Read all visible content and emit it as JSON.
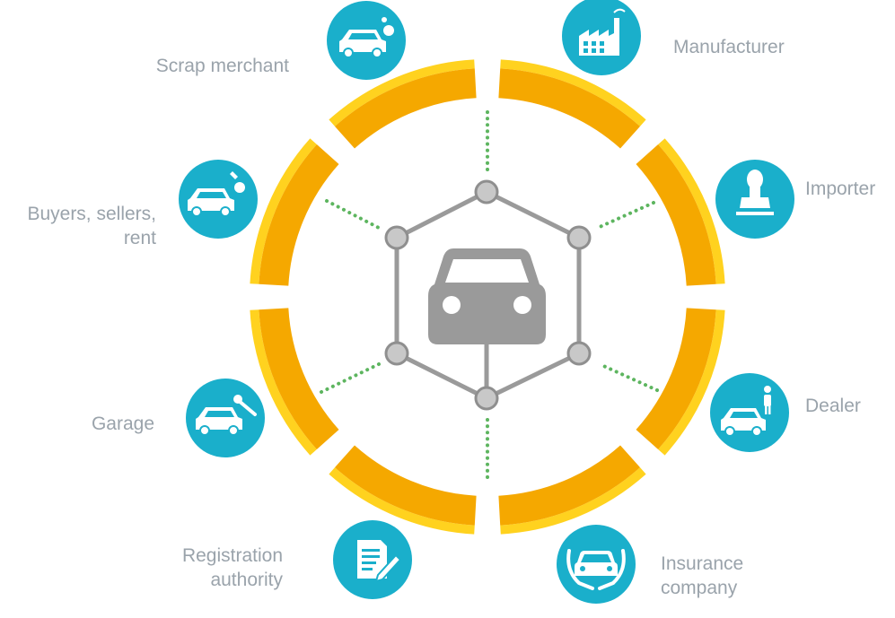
{
  "colors": {
    "ring_inner": "#F5A800",
    "ring_outer": "#FFD21F",
    "icon_circle": "#1AAFCB",
    "hub_gray": "#9A9A9A",
    "connector_green": "#5DB55F",
    "label_text": "#9AA3AB"
  },
  "center": {
    "icon": "car-front-icon"
  },
  "stakeholders": [
    {
      "id": "scrap-merchant",
      "label_lines": [
        "Scrap merchant"
      ],
      "icon": "car-smoke-icon"
    },
    {
      "id": "manufacturer",
      "label_lines": [
        "Manufacturer"
      ],
      "icon": "factory-icon"
    },
    {
      "id": "buyers-sellers-rent",
      "label_lines": [
        "Buyers, sellers,",
        "rent"
      ],
      "icon": "car-key-icon"
    },
    {
      "id": "importer",
      "label_lines": [
        "Importer"
      ],
      "icon": "stamp-icon"
    },
    {
      "id": "garage",
      "label_lines": [
        "Garage"
      ],
      "icon": "car-wrench-icon"
    },
    {
      "id": "dealer",
      "label_lines": [
        "Dealer"
      ],
      "icon": "car-person-icon"
    },
    {
      "id": "registration-authority",
      "label_lines": [
        "Registration",
        "authority"
      ],
      "icon": "document-pen-icon"
    },
    {
      "id": "insurance-company",
      "label_lines": [
        "Insurance",
        "company"
      ],
      "icon": "car-hands-icon"
    }
  ]
}
